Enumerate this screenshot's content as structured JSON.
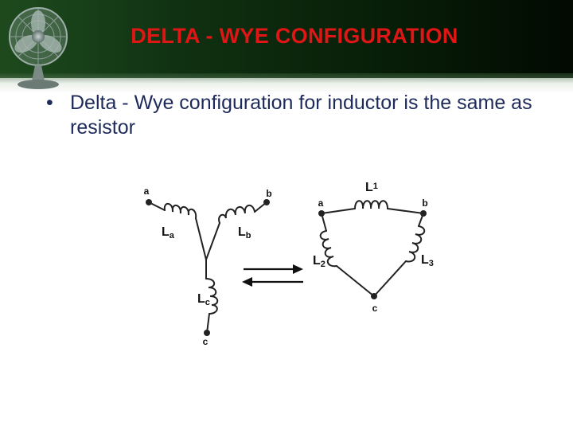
{
  "slide": {
    "title": "DELTA - WYE CONFIGURATION",
    "bullet_symbol": "•",
    "bullet_text": "Delta - Wye configuration for inductor is the same as resistor"
  },
  "wye": {
    "node_a": "a",
    "node_b": "b",
    "node_c": "c",
    "inductor_a": {
      "base": "L",
      "sub": "a"
    },
    "inductor_b": {
      "base": "L",
      "sub": "b"
    },
    "inductor_c": {
      "base": "L",
      "sub": "c"
    }
  },
  "delta": {
    "node_a": "a",
    "node_b": "b",
    "node_c": "c",
    "inductor_1": {
      "base": "L",
      "sub": "1"
    },
    "inductor_2": {
      "base": "L",
      "sub": "2"
    },
    "inductor_3": {
      "base": "L",
      "sub": "3"
    }
  },
  "colors": {
    "title": "#e01616",
    "bullet_text": "#1d2a5a",
    "header_dark": "#071c07"
  },
  "icons": {
    "header_image": "desk-fan-icon",
    "conversion": "double-arrow-icon"
  }
}
